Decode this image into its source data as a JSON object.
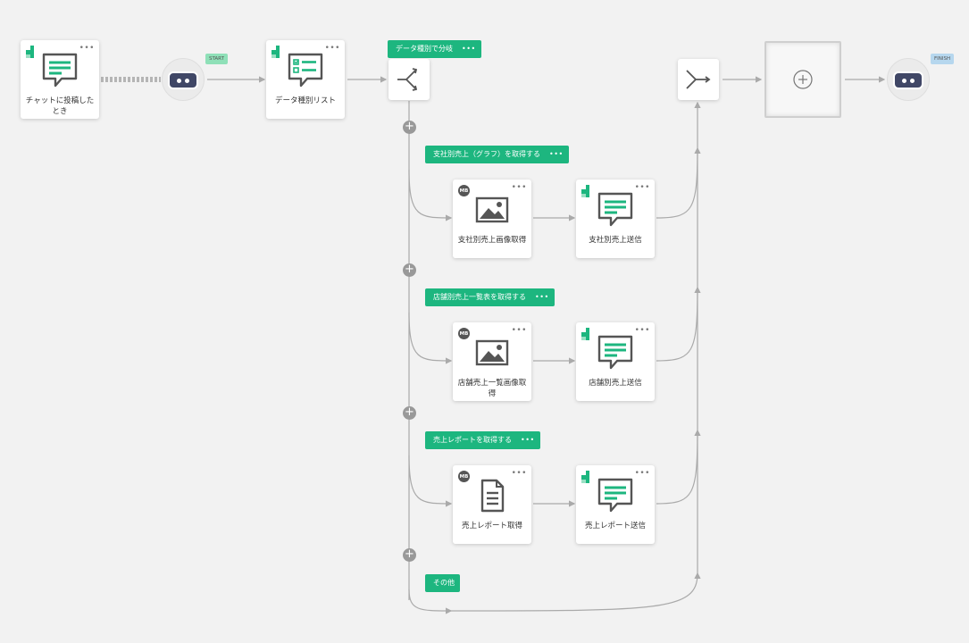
{
  "colors": {
    "accent": "#1db67f",
    "robot": "#404766",
    "connector": "#aaaaaa"
  },
  "nodes": {
    "trigger": {
      "label": "チャットに投稿したとき",
      "icon": "chat-message-icon"
    },
    "start_flag": "START",
    "data_list": {
      "label": "データ種別リスト",
      "icon": "checklist-icon"
    },
    "branch_tag": "データ種別で分岐",
    "finish_flag": "FINISH",
    "branches": [
      {
        "tag": "支社別売上（グラフ）を取得する",
        "step1": "支社別売上画像取得",
        "step1_icon": "image-icon",
        "step2": "支社別売上送信"
      },
      {
        "tag": "店舗別売上一覧表を取得する",
        "step1": "店舗売上一覧画像取得",
        "step1_icon": "image-icon",
        "step2": "店舗別売上送信"
      },
      {
        "tag": "売上レポートを取得する",
        "step1": "売上レポート取得",
        "step1_icon": "document-icon",
        "step2": "売上レポート送信"
      }
    ],
    "else_tag": "その他",
    "mb_badge": "MB",
    "menu_dots": "•••"
  }
}
